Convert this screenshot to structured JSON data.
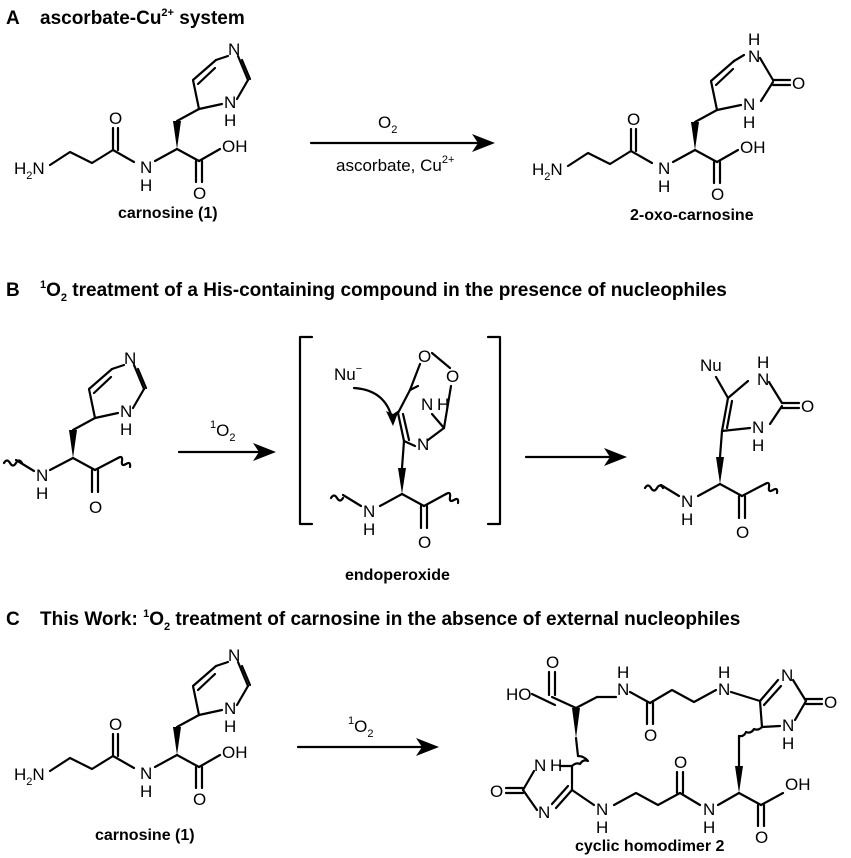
{
  "panels": {
    "a": {
      "letter": "A",
      "title_main": "ascorbate-Cu",
      "title_sup": "2+",
      "title_end": " system",
      "reactant_caption": "carnosine (1)",
      "product_caption": "2-oxo-carnosine",
      "arrow_top_main": "O",
      "arrow_top_sub": "2",
      "arrow_bottom_main": "ascorbate, Cu",
      "arrow_bottom_sup": "2+"
    },
    "b": {
      "letter": "B",
      "title_sup": "1",
      "title_o": "O",
      "title_sub": "2",
      "title_rest": " treatment of a His-containing compound in the presence of nucleophiles",
      "arrow_sup": "1",
      "arrow_main": "O",
      "arrow_sub": "2",
      "intermediate_caption": "endoperoxide",
      "nu_label": "Nu",
      "nu_charge": "−"
    },
    "c": {
      "letter": "C",
      "title_prefix": "This Work: ",
      "title_sup": "1",
      "title_o": "O",
      "title_sub": "2",
      "title_rest": " treatment of carnosine in the absence of external nucleophiles",
      "arrow_sup": "1",
      "arrow_main": "O",
      "arrow_sub": "2",
      "reactant_caption": "carnosine (1)",
      "product_caption": "cyclic homodimer 2"
    }
  },
  "atoms": {
    "n": "N",
    "h": "H",
    "nh": "NH",
    "o": "O",
    "oh": "OH",
    "ho": "HO",
    "h2n_h": "H",
    "h2n_sub": "2",
    "h2n_n": "N"
  }
}
